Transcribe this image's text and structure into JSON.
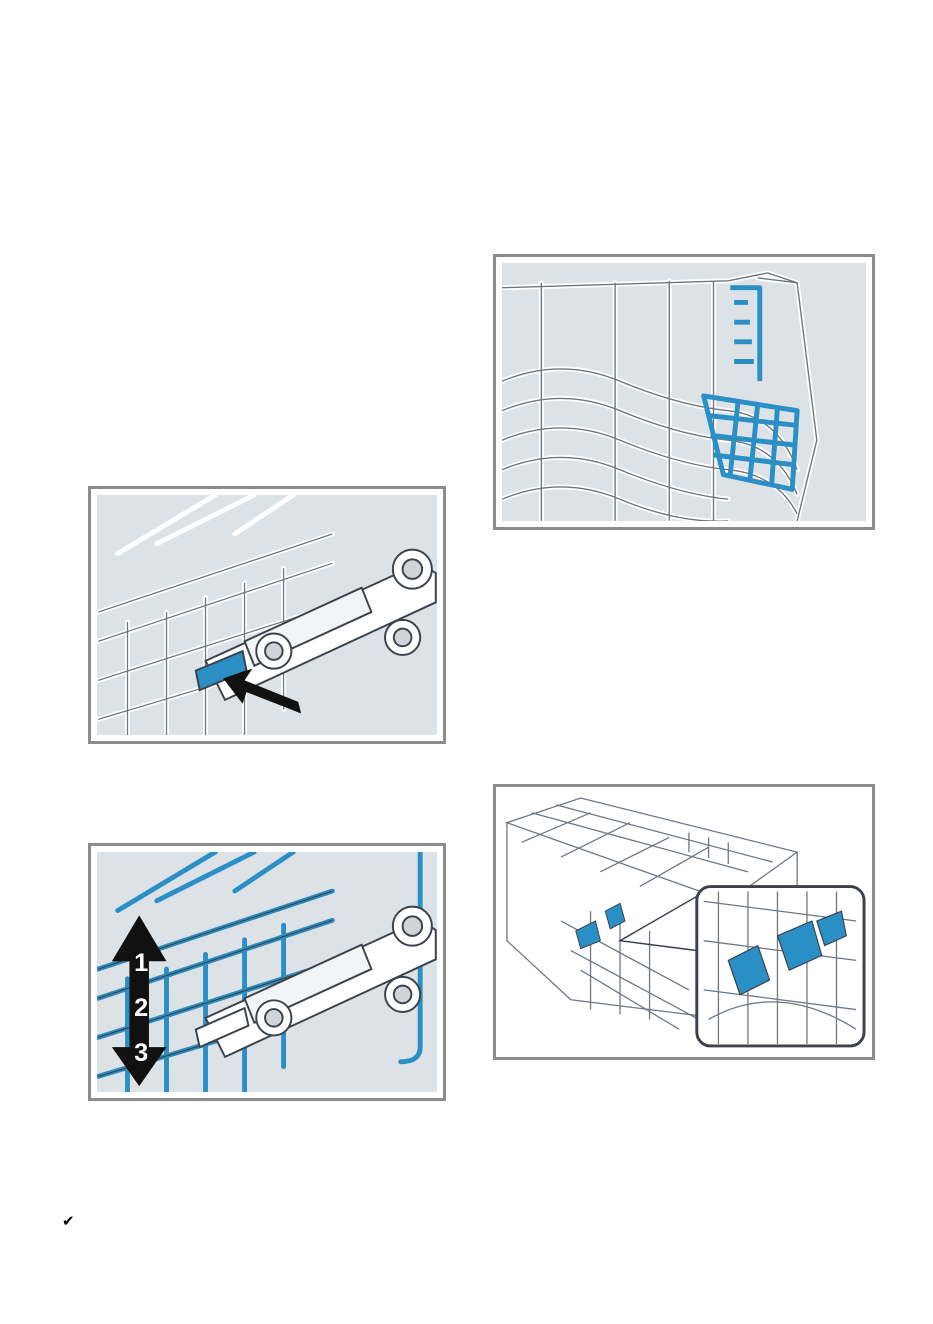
{
  "figures": [
    {
      "id": "fig-upper-rack-folding-rows",
      "highlight_color": "#2a8fc4"
    },
    {
      "id": "fig-rack-release-lever",
      "highlight_color": "#2a8fc4"
    },
    {
      "id": "fig-basket-with-inset-detail",
      "highlight_color": "#2a8fc4"
    },
    {
      "id": "fig-rack-height-levels",
      "highlight_color": "#2a8fc4",
      "levels": [
        "1",
        "2",
        "3"
      ]
    }
  ],
  "footer": {
    "mark_icon": "checkmark-icon",
    "mark": "✔"
  }
}
